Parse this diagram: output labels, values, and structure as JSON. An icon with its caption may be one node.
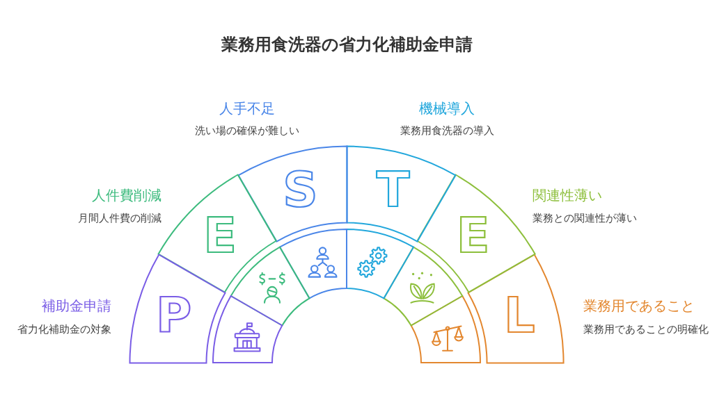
{
  "diagram": {
    "title": "業務用食洗器の省力化補助金申請",
    "nodes": [
      {
        "text": [
          "P"
        ],
        "beside": [
          "補助金申請",
          "省力化補助金の対象"
        ]
      },
      {
        "text": [
          "E"
        ],
        "beside": [
          "人件費削減",
          "月間人件費の削減"
        ]
      },
      {
        "text": [
          "S"
        ],
        "beside": [
          "人手不足",
          "洗い場の確保が難しい"
        ]
      },
      {
        "text": [
          "T"
        ],
        "beside": [
          "機械導入",
          "業務用食洗器の導入"
        ]
      },
      {
        "text": [
          "E"
        ],
        "beside": [
          "関連性薄い",
          "業務との関連性が薄い"
        ]
      },
      {
        "text": [
          "L"
        ],
        "beside": [
          "業務用であること",
          "業務用であることの明確化"
        ]
      }
    ]
  }
}
